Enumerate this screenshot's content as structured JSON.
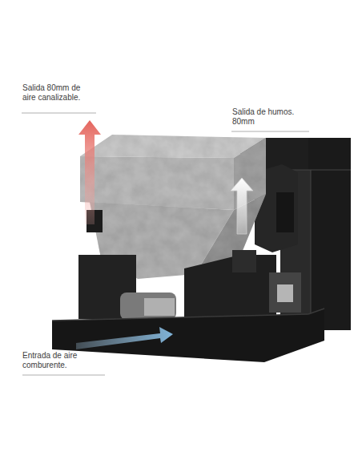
{
  "diagram": {
    "labels": [
      "Salida 80mm de aire canalizable.",
      "Salida de humos. 80mm",
      "Entrada de aire comburente."
    ]
  }
}
